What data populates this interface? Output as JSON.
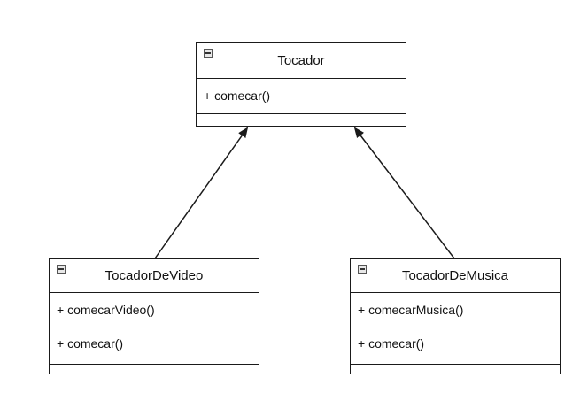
{
  "diagram": {
    "classes": {
      "parent": {
        "name": "Tocador",
        "methods": [
          "+ comecar()"
        ]
      },
      "video": {
        "name": "TocadorDeVideo",
        "methods": [
          "+ comecarVideo()",
          "+ comecar()"
        ]
      },
      "music": {
        "name": "TocadorDeMusica",
        "methods": [
          "+ comecarMusica()",
          "+ comecar()"
        ]
      }
    },
    "relations": [
      {
        "from": "TocadorDeVideo",
        "to": "Tocador",
        "kind": "generalization"
      },
      {
        "from": "TocadorDeMusica",
        "to": "Tocador",
        "kind": "generalization"
      }
    ],
    "colors": {
      "line": "#1a1a1a",
      "fill": "#ffffff"
    }
  }
}
